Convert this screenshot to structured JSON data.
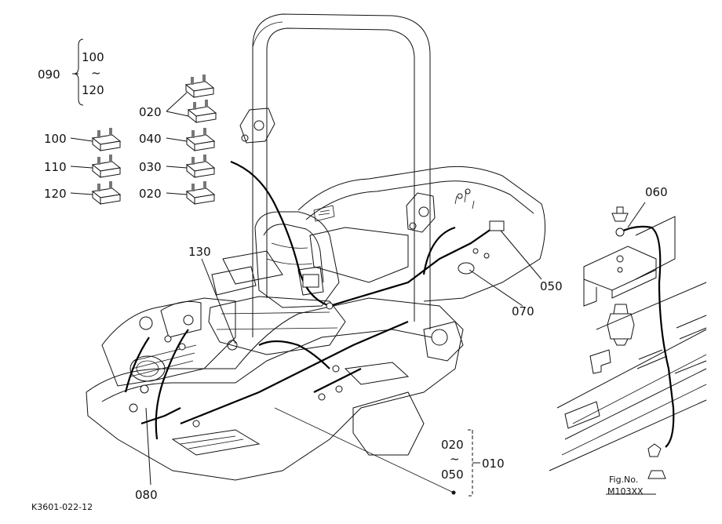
{
  "labels": {
    "l090": "090",
    "r100": "100",
    "r_tilde_top": "~",
    "r120": "120",
    "f020a": "020",
    "f100": "100",
    "f040": "040",
    "f110": "110",
    "f030": "030",
    "f120": "120",
    "f020b": "020",
    "p130": "130",
    "p060": "060",
    "p050": "050",
    "p070": "070",
    "p080": "080",
    "b020": "020",
    "b_tilde": "~",
    "b050": "050",
    "b010": "010",
    "figno_title": "Fig.No.",
    "figno_value": "M103XX",
    "drawing_code": "K3601-022-12"
  }
}
